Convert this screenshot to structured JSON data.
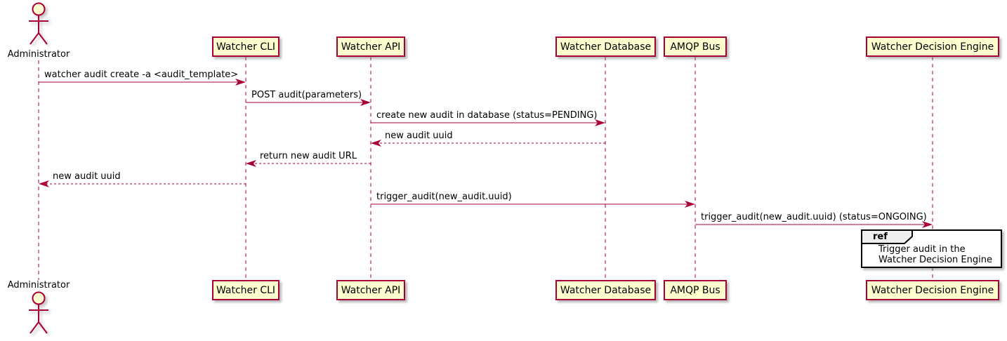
{
  "actor": {
    "name": "Administrator"
  },
  "participants": [
    {
      "name": "Watcher CLI"
    },
    {
      "name": "Watcher API"
    },
    {
      "name": "Watcher Database"
    },
    {
      "name": "AMQP Bus"
    },
    {
      "name": "Watcher Decision Engine"
    }
  ],
  "messages": [
    {
      "from": "Administrator",
      "to": "Watcher CLI",
      "label": "watcher audit create -a <audit_template>",
      "line": "solid"
    },
    {
      "from": "Watcher CLI",
      "to": "Watcher API",
      "label": "POST audit(parameters)",
      "line": "solid"
    },
    {
      "from": "Watcher API",
      "to": "Watcher Database",
      "label": "create new audit in database (status=PENDING)",
      "line": "solid"
    },
    {
      "from": "Watcher Database",
      "to": "Watcher API",
      "label": "new audit uuid",
      "line": "dashed"
    },
    {
      "from": "Watcher API",
      "to": "Watcher CLI",
      "label": "return new audit URL",
      "line": "dashed"
    },
    {
      "from": "Watcher CLI",
      "to": "Administrator",
      "label": "new audit uuid",
      "line": "dashed"
    },
    {
      "from": "Watcher API",
      "to": "AMQP Bus",
      "label": "trigger_audit(new_audit.uuid)",
      "line": "solid"
    },
    {
      "from": "AMQP Bus",
      "to": "Watcher Decision Engine",
      "label": "trigger_audit(new_audit.uuid) (status=ONGOING)",
      "line": "solid"
    }
  ],
  "ref_fragment": {
    "keyword": "ref",
    "text_lines": [
      "Trigger audit in the",
      "Watcher Decision Engine"
    ]
  },
  "colors": {
    "background": "#FFFFFF",
    "accent": "#A80036",
    "participant_fill": "#FEFECE",
    "text": "#000000",
    "ref_border": "#000000",
    "ref_fill": "#FFFFFF",
    "ref_header_fill": "#EEEEEE"
  }
}
